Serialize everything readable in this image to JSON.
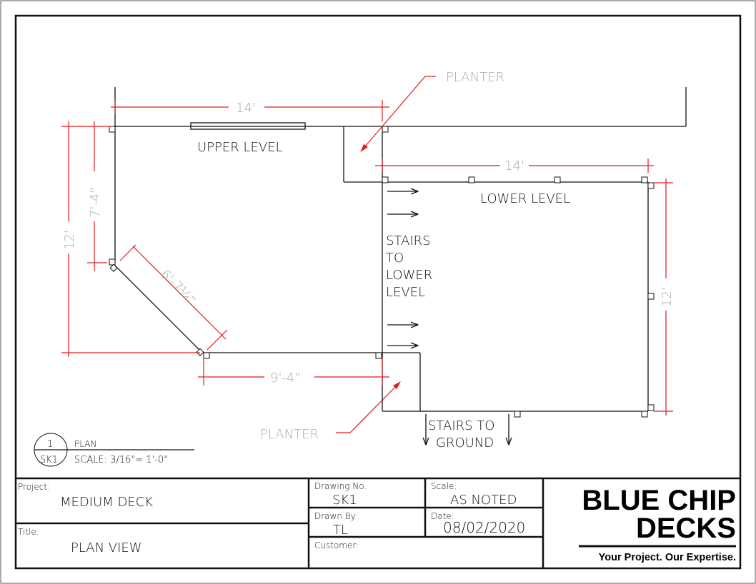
{
  "drawing": {
    "labels": {
      "upper_level": "UPPER LEVEL",
      "lower_level": "LOWER LEVEL",
      "stairs_lower": [
        "STAIRS",
        "TO",
        "LOWER",
        "LEVEL"
      ],
      "stairs_ground": [
        "STAIRS TO",
        "GROUND"
      ],
      "planter_top": "PLANTER",
      "planter_bottom": "PLANTER"
    },
    "dimensions": {
      "upper_width": "14'",
      "lower_width": "14'",
      "left_height": "12'",
      "left_upper": "7'-4\"",
      "diagonal": "6'-7¼\"",
      "bottom": "9'-4\"",
      "right_height": "12'"
    },
    "view_label": {
      "number": "1",
      "sheet": "SK1",
      "name": "PLAN",
      "scale": "SCALE: 3/16\"= 1'-0\""
    },
    "colors": {
      "dimension": "#e31b1b",
      "dimension_text": "#a9a9a9"
    }
  },
  "title_block": {
    "project_label": "Project:",
    "project": "MEDIUM DECK",
    "title_label": "Title:",
    "title": "PLAN VIEW",
    "drawing_no_label": "Drawing No.",
    "drawing_no": "SK1",
    "scale_label": "Scale:",
    "scale": "AS NOTED",
    "drawn_by_label": "Drawn By:",
    "drawn_by": "TL",
    "date_label": "Date:",
    "date": "08/02/2020",
    "customer_label": "Customer:",
    "company_line1": "BLUE CHIP",
    "company_line2": "DECKS",
    "tagline": "Your Project. Our Expertise."
  }
}
